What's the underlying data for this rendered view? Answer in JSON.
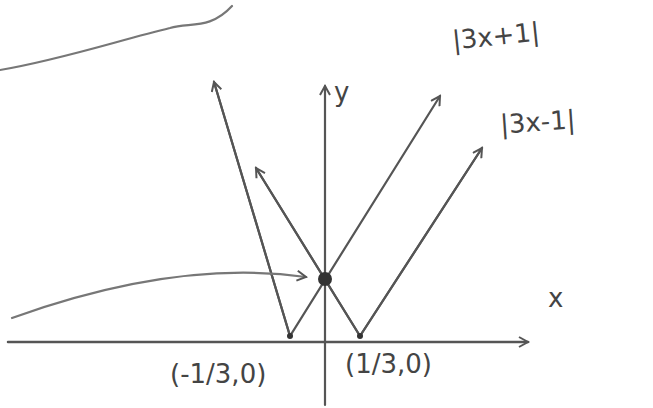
{
  "diagram": {
    "labels": [
      "|3x+1|",
      "y",
      "|3x-1|",
      "x",
      "(-1/3,0)",
      "(1/3,0)"
    ]
  }
}
